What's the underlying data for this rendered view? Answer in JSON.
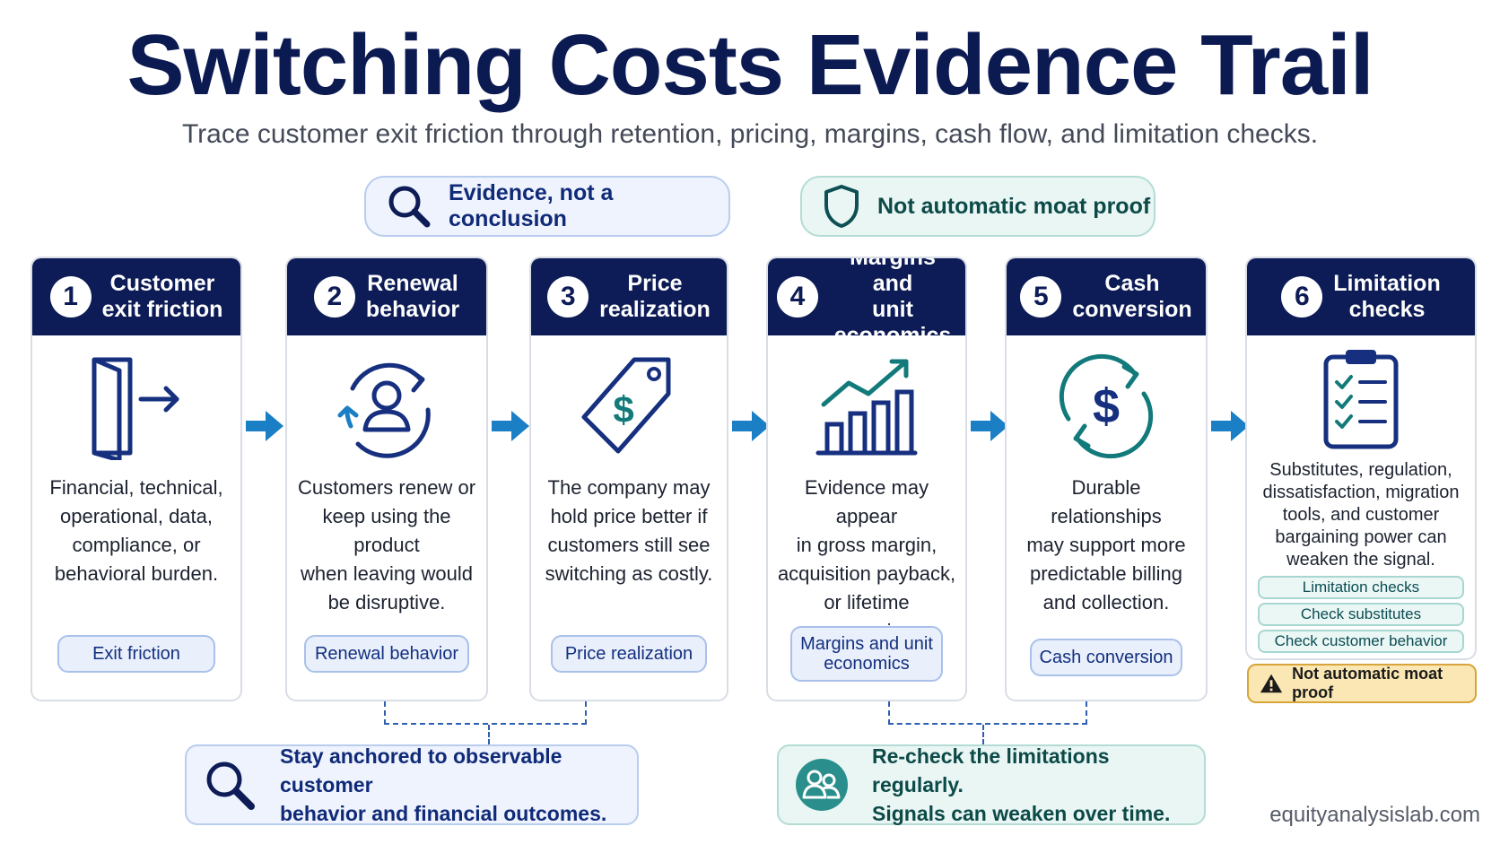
{
  "title": "Switching Costs Evidence Trail",
  "subtitle": "Trace customer exit friction through retention, pricing, margins, cash flow, and limitation checks.",
  "callouts": {
    "evidence": "Evidence, not a conclusion",
    "not_moat": "Not automatic moat proof"
  },
  "steps": [
    {
      "number": "1",
      "title_line1": "Customer",
      "title_line2": "exit friction",
      "icon": "door-exit-icon",
      "body": [
        "Financial, technical,",
        "operational, data,",
        "compliance, or",
        "behavioral burden."
      ],
      "tag": "Exit friction"
    },
    {
      "number": "2",
      "title_line1": "Renewal",
      "title_line2": "behavior",
      "icon": "user-cycle-icon",
      "body": [
        "Customers renew or",
        "keep using the product",
        "when leaving would",
        "be disruptive."
      ],
      "tag": "Renewal behavior"
    },
    {
      "number": "3",
      "title_line1": "Price",
      "title_line2": "realization",
      "icon": "price-tag-icon",
      "body": [
        "The company may",
        "hold price better if",
        "customers still see",
        "switching as costly."
      ],
      "tag": "Price realization"
    },
    {
      "number": "4",
      "title_line1": "Margins and",
      "title_line2": "unit economics",
      "icon": "bar-chart-growth-icon",
      "body": [
        "Evidence may appear",
        "in gross margin,",
        "acquisition payback,",
        "or lifetime economics."
      ],
      "tag_line1": "Margins and unit",
      "tag_line2": "economics"
    },
    {
      "number": "5",
      "title_line1": "Cash",
      "title_line2": "conversion",
      "icon": "dollar-cycle-icon",
      "body": [
        "Durable relationships",
        "may support more",
        "predictable billing",
        "and collection."
      ],
      "tag": "Cash conversion"
    },
    {
      "number": "6",
      "title_line1": "Limitation",
      "title_line2": "checks",
      "icon": "clipboard-checklist-icon",
      "body": [
        "Substitutes, regulation,",
        "dissatisfaction, migration",
        "tools, and customer",
        "bargaining power can",
        "weaken the signal."
      ],
      "checks": [
        "Limitation checks",
        "Check substitutes",
        "Check customer behavior"
      ],
      "warning": "Not automatic moat proof"
    }
  ],
  "bottom": {
    "left_line1": "Stay anchored to observable customer",
    "left_line2": "behavior and financial outcomes.",
    "right_line1": "Re-check the limitations regularly.",
    "right_line2": "Signals can weaken over time."
  },
  "footer": "equityanalysislab.com",
  "colors": {
    "navy": "#0d1c56",
    "accent_blue": "#1a7fc4",
    "teal": "#127a7a",
    "warning": "#fbe7b3"
  }
}
